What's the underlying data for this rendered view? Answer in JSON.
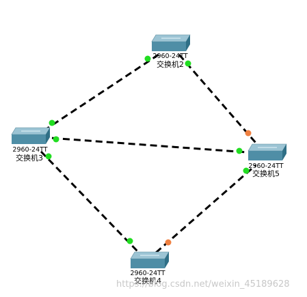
{
  "colors": {
    "port_up": "#22dd22",
    "port_pending": "#f08040",
    "link": "#000000",
    "switch_top": "#9cc4d4",
    "switch_front": "#4f8ea6",
    "switch_side": "#2f6f86"
  },
  "devices": [
    {
      "id": "sw2",
      "model": "2960-24TT",
      "name": "交换机2",
      "icon": "switch-icon"
    },
    {
      "id": "sw3",
      "model": "2960-24TT",
      "name": "交换机3",
      "icon": "switch-icon"
    },
    {
      "id": "sw4",
      "model": "2960-24TT",
      "name": "交换机4",
      "icon": "switch-icon"
    },
    {
      "id": "sw5",
      "model": "2960-24TT",
      "name": "交换机5",
      "icon": "switch-icon"
    }
  ],
  "links": [
    {
      "from": "sw2",
      "to": "sw3",
      "from_port_state": "up",
      "to_port_state": "up"
    },
    {
      "from": "sw2",
      "to": "sw5",
      "from_port_state": "up",
      "to_port_state": "pending"
    },
    {
      "from": "sw3",
      "to": "sw5",
      "from_port_state": "up",
      "to_port_state": "up"
    },
    {
      "from": "sw3",
      "to": "sw4",
      "from_port_state": "up",
      "to_port_state": "up"
    },
    {
      "from": "sw4",
      "to": "sw5",
      "from_port_state": "pending",
      "to_port_state": "up"
    }
  ],
  "watermark": "https://blog.csdn.net/weixin_45189628"
}
